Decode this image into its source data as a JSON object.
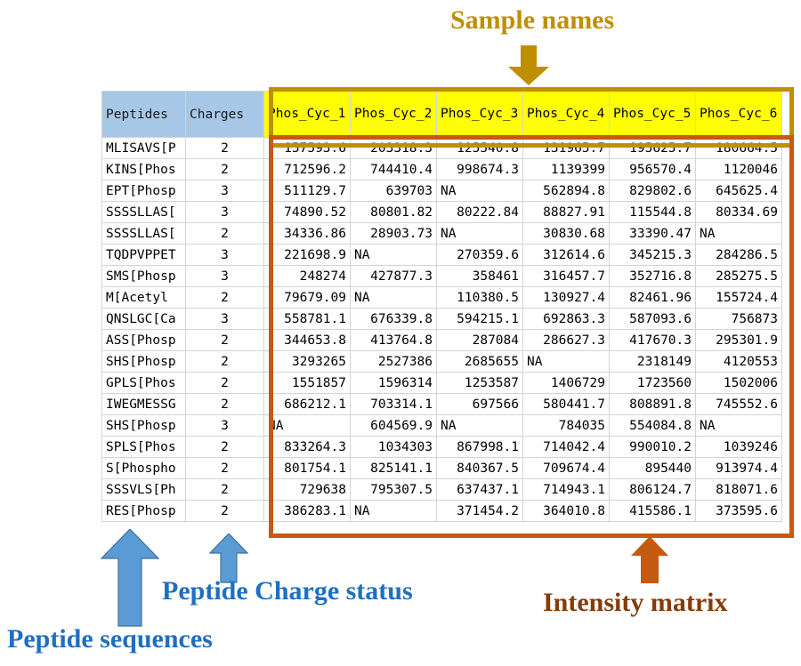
{
  "annotations": {
    "sample_names": {
      "label": "Sample names",
      "color": "#bf8f00",
      "arrow": "down-arrow-icon"
    },
    "intensity_matrix": {
      "label": "Intensity matrix",
      "color": "#c55a11",
      "arrow": "up-arrow-icon"
    },
    "peptide_charge_status": {
      "label": "Peptide Charge status",
      "color": "#2e75b6",
      "arrow": "up-arrow-icon"
    },
    "peptide_sequences": {
      "label": "Peptide sequences",
      "color": "#2e75b6",
      "arrow": "up-arrow-icon"
    }
  },
  "table": {
    "headers": {
      "peptides": "Peptides",
      "charges": "Charges",
      "samples": [
        "Phos_Cyc_1",
        "Phos_Cyc_2",
        "Phos_Cyc_3",
        "Phos_Cyc_4",
        "Phos_Cyc_5",
        "Phos_Cyc_6"
      ]
    },
    "rows": [
      {
        "peptide": "MLISAVS[P",
        "charge": "2",
        "intensities": [
          "157593.6",
          "203318.3",
          "125540.8",
          "131965.7",
          "195625.7",
          "180664.5"
        ]
      },
      {
        "peptide": "KINS[Phos",
        "charge": "2",
        "intensities": [
          "712596.2",
          "744410.4",
          "998674.3",
          "1139399",
          "956570.4",
          "1120046"
        ]
      },
      {
        "peptide": "EPT[Phosp",
        "charge": "3",
        "intensities": [
          "511129.7",
          "639703",
          "NA",
          "562894.8",
          "829802.6",
          "645625.4"
        ]
      },
      {
        "peptide": "SSSSLLAS[",
        "charge": "3",
        "intensities": [
          "74890.52",
          "80801.82",
          "80222.84",
          "88827.91",
          "115544.8",
          "80334.69"
        ]
      },
      {
        "peptide": "SSSSLLAS[",
        "charge": "2",
        "intensities": [
          "34336.86",
          "28903.73",
          "NA",
          "30830.68",
          "33390.47",
          "NA"
        ]
      },
      {
        "peptide": "TQDPVPPET",
        "charge": "3",
        "intensities": [
          "221698.9",
          "NA",
          "270359.6",
          "312614.6",
          "345215.3",
          "284286.5"
        ]
      },
      {
        "peptide": "SMS[Phosp",
        "charge": "3",
        "intensities": [
          "248274",
          "427877.3",
          "358461",
          "316457.7",
          "352716.8",
          "285275.5"
        ]
      },
      {
        "peptide": "M[Acetyl",
        "charge": "2",
        "intensities": [
          "79679.09",
          "NA",
          "110380.5",
          "130927.4",
          "82461.96",
          "155724.4"
        ]
      },
      {
        "peptide": "QNSLGC[Ca",
        "charge": "3",
        "intensities": [
          "558781.1",
          "676339.8",
          "594215.1",
          "692863.3",
          "587093.6",
          "756873"
        ]
      },
      {
        "peptide": "ASS[Phosp",
        "charge": "2",
        "intensities": [
          "344653.8",
          "413764.8",
          "287084",
          "286627.3",
          "417670.3",
          "295301.9"
        ]
      },
      {
        "peptide": "SHS[Phosp",
        "charge": "2",
        "intensities": [
          "3293265",
          "2527386",
          "2685655",
          "NA",
          "2318149",
          "4120553"
        ]
      },
      {
        "peptide": "GPLS[Phos",
        "charge": "2",
        "intensities": [
          "1551857",
          "1596314",
          "1253587",
          "1406729",
          "1723560",
          "1502006"
        ]
      },
      {
        "peptide": "IWEGMESSG",
        "charge": "2",
        "intensities": [
          "686212.1",
          "703314.1",
          "697566",
          "580441.7",
          "808891.8",
          "745552.6"
        ]
      },
      {
        "peptide": "SHS[Phosp",
        "charge": "3",
        "intensities": [
          "NA",
          "604569.9",
          "NA",
          "784035",
          "554084.8",
          "NA"
        ]
      },
      {
        "peptide": "SPLS[Phos",
        "charge": "2",
        "intensities": [
          "833264.3",
          "1034303",
          "867998.1",
          "714042.4",
          "990010.2",
          "1039246"
        ]
      },
      {
        "peptide": "S[Phospho",
        "charge": "2",
        "intensities": [
          "801754.1",
          "825141.1",
          "840367.5",
          "709674.4",
          "895440",
          "913974.4"
        ]
      },
      {
        "peptide": "SSSVLS[Ph",
        "charge": "2",
        "intensities": [
          "729638",
          "795307.5",
          "637437.1",
          "714943.1",
          "806124.7",
          "818071.6"
        ]
      },
      {
        "peptide": "RES[Phosp",
        "charge": "2",
        "intensities": [
          "386283.1",
          "NA",
          "371454.2",
          "364010.8",
          "415586.1",
          "373595.6"
        ]
      }
    ]
  },
  "colors": {
    "header_key_background": "#a7c7e7",
    "header_sample_background": "#ffff00",
    "sample_box_border": "#bf8f00",
    "intensity_box_border": "#c55a11",
    "blue_annotation": "#2e75b6"
  }
}
